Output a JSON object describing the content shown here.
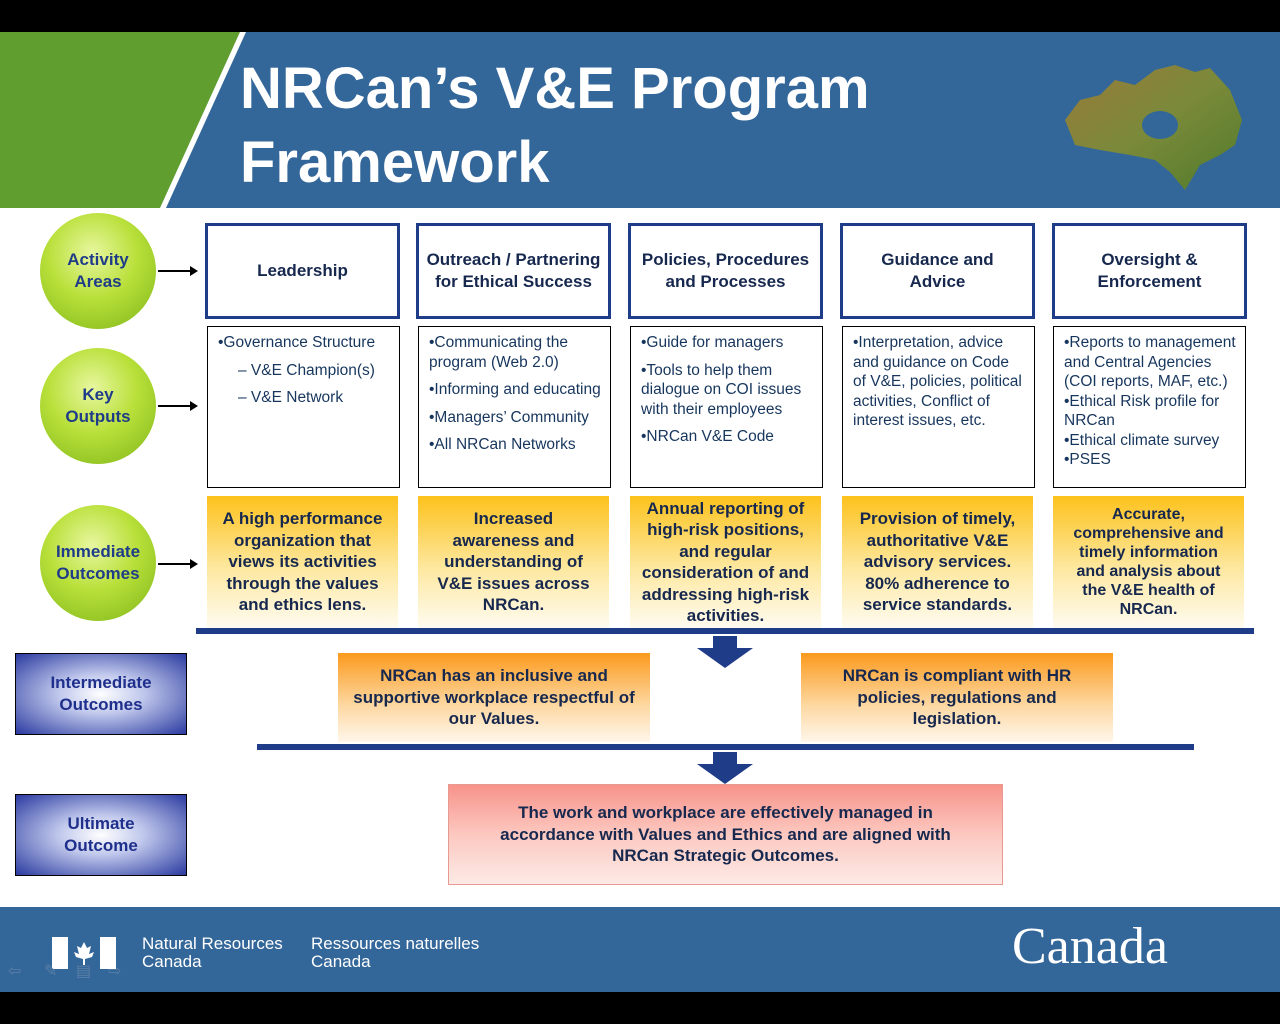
{
  "title": {
    "line1": "NRCan’s V&E Program",
    "line2": "Framework"
  },
  "row_labels": {
    "activity": [
      "Activity",
      "Areas"
    ],
    "outputs": [
      "Key",
      "Outputs"
    ],
    "immediate": [
      "Immediate",
      "Outcomes"
    ],
    "intermediate": [
      "Intermediate",
      "Outcomes"
    ],
    "ultimate": [
      "Ultimate",
      "Outcome"
    ]
  },
  "activity_areas": [
    "Leadership",
    "Outreach / Partnering for Ethical Success",
    "Policies, Procedures and Processes",
    "Guidance and Advice",
    "Oversight & Enforcement"
  ],
  "key_outputs": [
    [
      "•Governance Structure",
      "– V&E Champion(s)",
      "– V&E Network"
    ],
    [
      "•Communicating the program (Web 2.0)",
      "•Informing and educating",
      "•Managers’ Community",
      "•All NRCan Networks"
    ],
    [
      "•Guide for managers",
      "•Tools to help them dialogue on COI issues with their employees",
      "•NRCan V&E Code"
    ],
    [
      "•Interpretation, advice and guidance on Code of V&E, policies, political activities, Conflict of interest issues, etc."
    ],
    [
      "•Reports to management and Central Agencies (COI reports, MAF, etc.)",
      "•Ethical Risk profile for NRCan",
      "•Ethical climate survey",
      "•PSES"
    ]
  ],
  "immediate_outcomes": [
    "A high performance organization that views its activities through the values and ethics lens.",
    "Increased awareness and understanding of V&E issues across NRCan.",
    "Annual reporting of high-risk positions, and regular consideration of and addressing high-risk activities.",
    "Provision of timely, authoritative V&E advisory services. 80% adherence to service standards.",
    "Accurate, comprehensive and timely information and analysis about the V&E health of NRCan."
  ],
  "intermediate_outcomes": [
    "NRCan has an inclusive and supportive workplace respectful of our Values.",
    "NRCan is compliant with HR policies, regulations and legislation."
  ],
  "ultimate_outcome": "The work and workplace are effectively managed in accordance with Values and Ethics and are aligned with NRCan Strategic Outcomes.",
  "footer": {
    "en": [
      "Natural Resources",
      "Canada"
    ],
    "fr": [
      "Ressources naturelles",
      "Canada"
    ],
    "wordmark": "Canada"
  }
}
